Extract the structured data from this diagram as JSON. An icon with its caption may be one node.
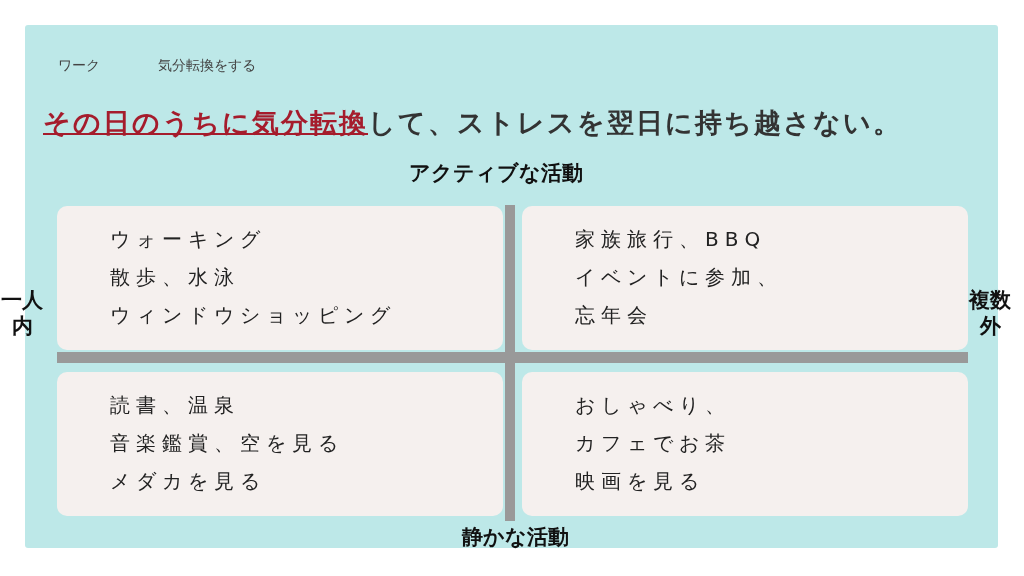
{
  "diagram": {
    "title": "**その日のうちに気分転換**して、ストレスを翌日に持ち越さない。",
    "nodes": [
      {
        "text": [
          "ウォーキング",
          "散歩、水泳",
          "ウィンドウショッピング"
        ]
      },
      {
        "text": [
          "家族旅行、BBQ",
          "イベントに参加、",
          "忘年会"
        ]
      },
      {
        "text": [
          "読書、温泉",
          "音楽鑑賞、空を見る",
          "メダカを見る"
        ]
      },
      {
        "text": [
          "おしゃべり、",
          "カフェでお茶",
          "映画を見る"
        ]
      }
    ],
    "labels": [
      "ワーク",
      "気分転換をする",
      "アクティブな活動",
      "一人内",
      "複数外",
      "静かな活動"
    ]
  }
}
